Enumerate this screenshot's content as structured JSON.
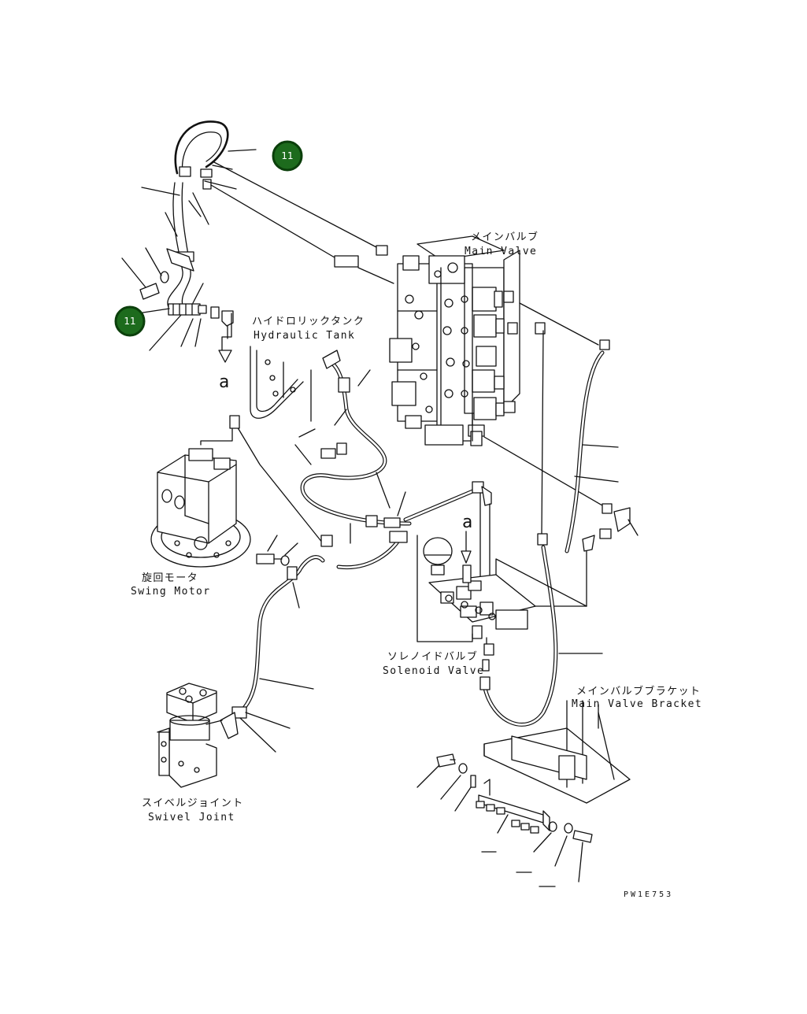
{
  "badges": [
    "11",
    "11"
  ],
  "labels": {
    "main_valve_jp": "メインバルブ",
    "main_valve_en": "Main Valve",
    "hydraulic_tank_jp": "ハイドロリックタンク",
    "hydraulic_tank_en": "Hydraulic Tank",
    "swing_motor_jp": "旋回モータ",
    "swing_motor_en": "Swing Motor",
    "solenoid_valve_jp": "ソレノイドバルブ",
    "solenoid_valve_en": "Solenoid Valve",
    "main_valve_bracket_jp": "メインバルブブラケット",
    "main_valve_bracket_en": "Main Valve Bracket",
    "swivel_joint_jp": "スイベルジョイント",
    "swivel_joint_en": "Swivel Joint"
  },
  "references": [
    "a",
    "a"
  ],
  "drawing_code": "PW1E753"
}
